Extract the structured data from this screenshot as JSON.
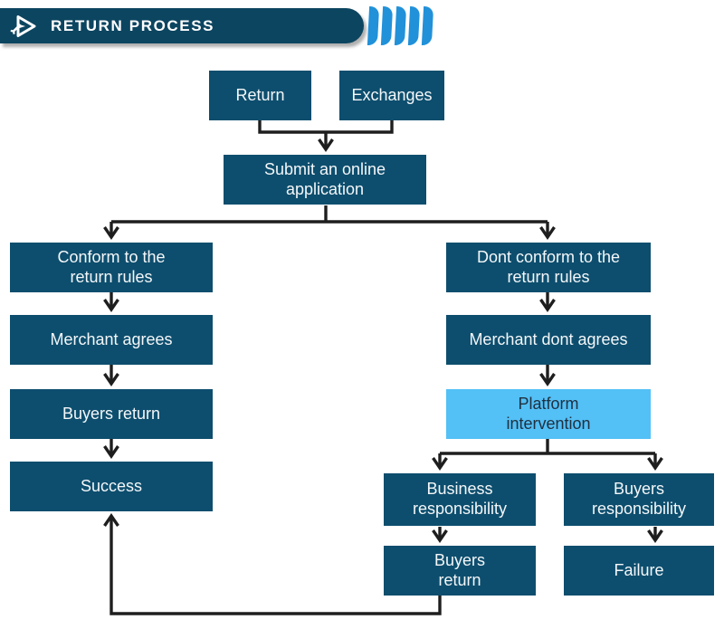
{
  "header": {
    "title": "RETURN PROCESS",
    "logo_icon": "play-triangle-wrench-icon",
    "chevron_count": 5
  },
  "colors": {
    "node_fill": "#0d4e6e",
    "node_text": "#f4f7f9",
    "highlight_fill": "#53c0f6",
    "highlight_text": "#203040",
    "connector": "#1e1e1e",
    "banner_fill": "#0c4560",
    "chevron_blue": "#2191d9"
  },
  "flowchart": {
    "nodes": {
      "return": {
        "label": "Return"
      },
      "exchanges": {
        "label": "Exchanges"
      },
      "submit": {
        "label": "Submit an online application"
      },
      "conform": {
        "label": "Conform to the return rules"
      },
      "merchant_agrees": {
        "label": "Merchant agrees"
      },
      "buyers_return_left": {
        "label": "Buyers return"
      },
      "success": {
        "label": "Success"
      },
      "dont_conform": {
        "label": "Dont conform to the return rules"
      },
      "merchant_dont_agrees": {
        "label": "Merchant dont agrees"
      },
      "platform_intervention": {
        "label": "Platform intervention",
        "highlighted": true
      },
      "business_responsibility": {
        "label": "Business responsibility"
      },
      "buyers_responsibility": {
        "label": "Buyers responsibility"
      },
      "buyers_return_bottom": {
        "label": "Buyers return"
      },
      "failure": {
        "label": "Failure"
      }
    },
    "edges": [
      {
        "from": "return",
        "to": "submit"
      },
      {
        "from": "exchanges",
        "to": "submit"
      },
      {
        "from": "submit",
        "to": "conform"
      },
      {
        "from": "submit",
        "to": "dont_conform"
      },
      {
        "from": "conform",
        "to": "merchant_agrees"
      },
      {
        "from": "merchant_agrees",
        "to": "buyers_return_left"
      },
      {
        "from": "buyers_return_left",
        "to": "success"
      },
      {
        "from": "dont_conform",
        "to": "merchant_dont_agrees"
      },
      {
        "from": "merchant_dont_agrees",
        "to": "platform_intervention"
      },
      {
        "from": "platform_intervention",
        "to": "business_responsibility"
      },
      {
        "from": "platform_intervention",
        "to": "buyers_responsibility"
      },
      {
        "from": "business_responsibility",
        "to": "buyers_return_bottom"
      },
      {
        "from": "buyers_responsibility",
        "to": "failure"
      },
      {
        "from": "buyers_return_bottom",
        "to": "success"
      }
    ]
  }
}
